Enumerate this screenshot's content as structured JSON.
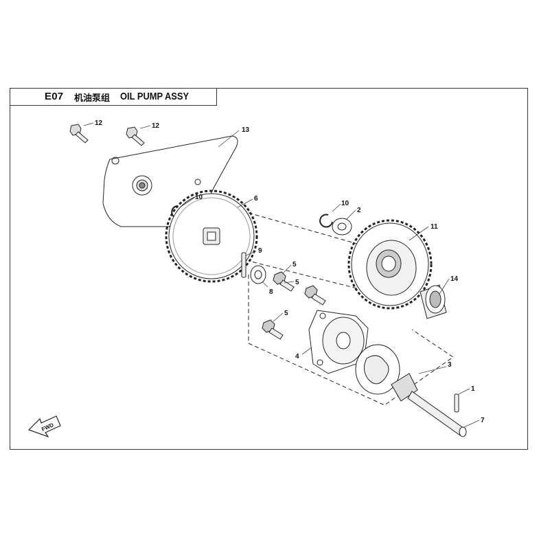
{
  "title": {
    "code": "E07",
    "name_cn": "机油泵组",
    "name_en": "OIL PUMP ASSY"
  },
  "callouts": [
    {
      "id": "callout-12-a",
      "label": "12"
    },
    {
      "id": "callout-12-b",
      "label": "12"
    },
    {
      "id": "callout-13",
      "label": "13"
    },
    {
      "id": "callout-10-a",
      "label": "10"
    },
    {
      "id": "callout-6",
      "label": "6"
    },
    {
      "id": "callout-10-b",
      "label": "10"
    },
    {
      "id": "callout-2",
      "label": "2"
    },
    {
      "id": "callout-11",
      "label": "11"
    },
    {
      "id": "callout-9",
      "label": "9"
    },
    {
      "id": "callout-5-a",
      "label": "5"
    },
    {
      "id": "callout-5-b",
      "label": "5"
    },
    {
      "id": "callout-8",
      "label": "8"
    },
    {
      "id": "callout-14",
      "label": "14"
    },
    {
      "id": "callout-5-c",
      "label": "5"
    },
    {
      "id": "callout-4",
      "label": "4"
    },
    {
      "id": "callout-3",
      "label": "3"
    },
    {
      "id": "callout-1",
      "label": "1"
    },
    {
      "id": "callout-7",
      "label": "7"
    }
  ],
  "fwd_label": "FWD"
}
